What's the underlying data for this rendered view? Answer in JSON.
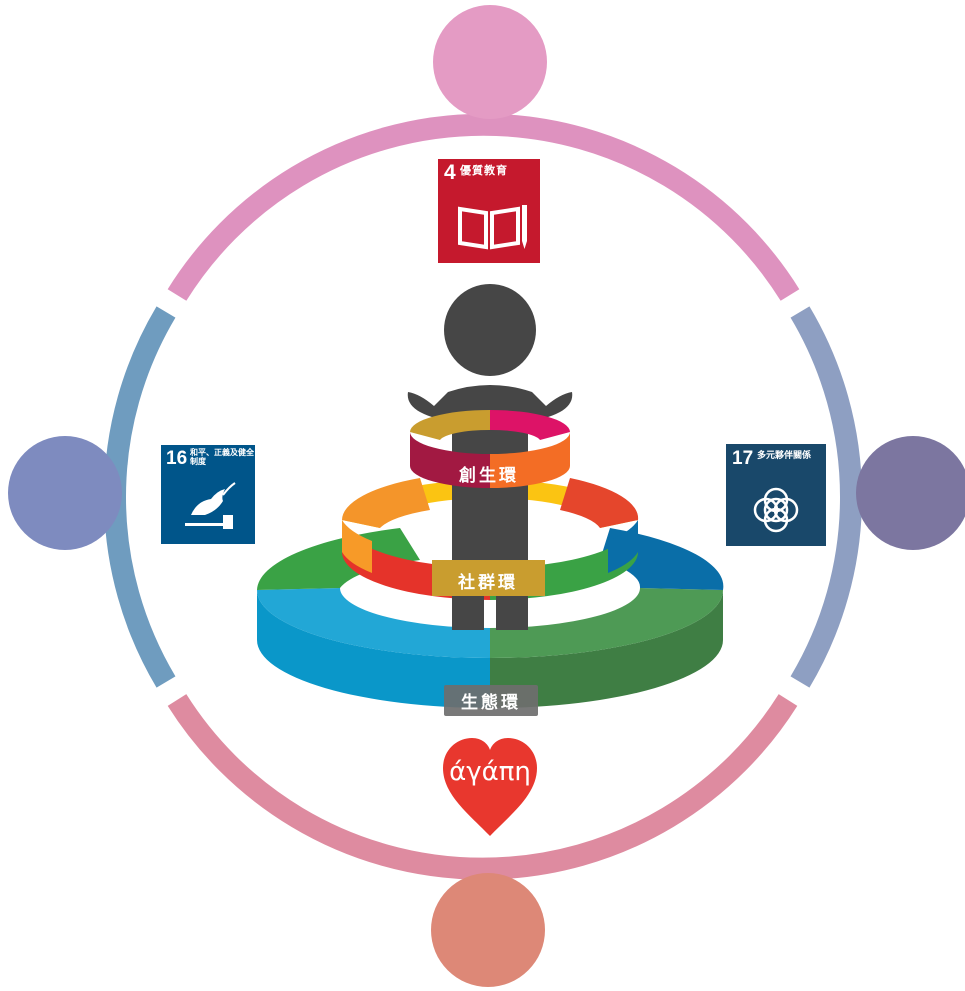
{
  "sdg_goals": [
    {
      "number": "4",
      "label": "優質教育",
      "color": "#c5192d"
    },
    {
      "number": "16",
      "label": "和平、正義及健全制度",
      "color": "#00558a"
    },
    {
      "number": "17",
      "label": "多元夥伴關係",
      "color": "#19486a"
    }
  ],
  "rings": {
    "create": "創生環",
    "community": "社群環",
    "eco": "生態環"
  },
  "love": "άγάπη",
  "colors": {
    "top_person": "#e49bc4",
    "left_person": "#7e8bbf",
    "right_person": "#7c76a0",
    "bottom_person": "#dd8877",
    "arc_top": "#de92bf",
    "arc_left": "#6f9cbf",
    "arc_right": "#8e9fc2",
    "arc_bottom": "#de8ba0",
    "figure": "#464646",
    "heart": "#e8372e"
  }
}
